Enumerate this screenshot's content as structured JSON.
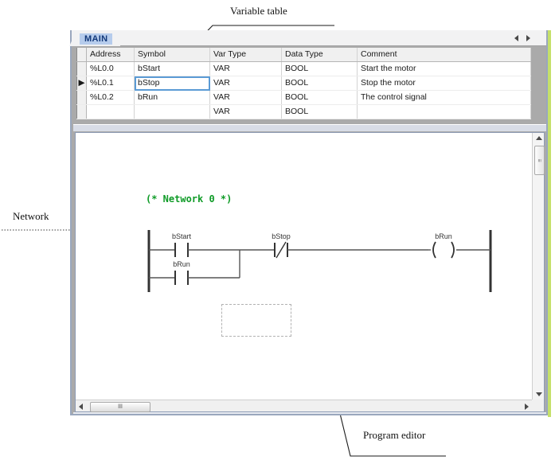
{
  "annotations": {
    "variable_table": "Variable table",
    "network": "Network",
    "program_editor": "Program editor"
  },
  "window": {
    "tab_strip": {
      "tabs": [
        {
          "label": "MAIN",
          "active": true
        }
      ],
      "nav_left_icon": "triangle-left-icon",
      "nav_right_icon": "triangle-right-icon"
    },
    "variable_table": {
      "columns": [
        "Address",
        "Symbol",
        "Var Type",
        "Data Type",
        "Comment"
      ],
      "rows": [
        {
          "marker": "",
          "address": "%L0.0",
          "symbol": "bStart",
          "var_type": "VAR",
          "data_type": "BOOL",
          "comment": "Start the motor",
          "selected": false
        },
        {
          "marker": "▶",
          "address": "%L0.1",
          "symbol": "bStop",
          "var_type": "VAR",
          "data_type": "BOOL",
          "comment": "Stop the motor",
          "selected": true
        },
        {
          "marker": "",
          "address": "%L0.2",
          "symbol": "bRun",
          "var_type": "VAR",
          "data_type": "BOOL",
          "comment": "The control signal",
          "selected": false
        },
        {
          "marker": "",
          "address": "",
          "symbol": "",
          "var_type": "VAR",
          "data_type": "BOOL",
          "comment": "",
          "selected": false
        }
      ],
      "comment_color": "#1a9a3c",
      "selection_color": "#5b9bd5"
    },
    "program_editor": {
      "network_comment": "(* Network 0 *)",
      "network_comment_color": "#0f9b27",
      "ladder": {
        "rung_labels": {
          "contact_start": "bStart",
          "contact_run": "bRun",
          "contact_stop": "bStop",
          "coil_run": "bRun"
        },
        "contact_start_type": "NO",
        "contact_run_type": "NO",
        "contact_stop_type": "NC",
        "coil_type": "coil"
      },
      "empty_network_placeholder": "",
      "v_scrollbar": {
        "up_icon": "triangle-up-icon",
        "down_icon": "triangle-down-icon",
        "grip": "≡"
      },
      "h_scrollbar": {
        "left_icon": "triangle-left-icon",
        "right_icon": "triangle-right-icon",
        "grip": "‖‖"
      }
    }
  }
}
